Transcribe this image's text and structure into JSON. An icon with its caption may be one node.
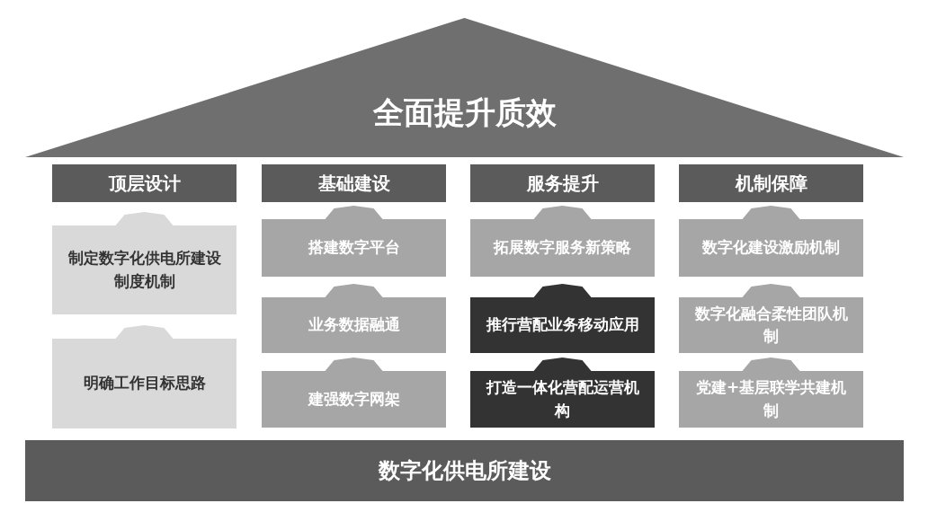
{
  "diagram": {
    "nodes": [
      {
        "text": [
          "全面提升质效"
        ]
      },
      {
        "text": [
          "顶层设计"
        ]
      },
      {
        "text": [
          "制定数字化供电所建设制度机制"
        ]
      },
      {
        "text": [
          "明确工作目标思路"
        ]
      },
      {
        "text": [
          "基础建设"
        ]
      },
      {
        "text": [
          "搭建数字平台"
        ]
      },
      {
        "text": [
          "业务数据融通"
        ]
      },
      {
        "text": [
          "建强数字网架"
        ]
      },
      {
        "text": [
          "服务提升"
        ]
      },
      {
        "text": [
          "拓展数字服务新策略"
        ]
      },
      {
        "text": [
          "推行营配业务移动应用"
        ]
      },
      {
        "text": [
          "打造一体化营配运营机构"
        ]
      },
      {
        "text": [
          "机制保障"
        ]
      },
      {
        "text": [
          "数字化建设激励机制"
        ]
      },
      {
        "text": [
          "数字化融合柔性团队机制"
        ]
      },
      {
        "text": [
          "党建+基层联学共建机制"
        ]
      },
      {
        "text": [
          "数字化供电所建设"
        ]
      }
    ]
  }
}
